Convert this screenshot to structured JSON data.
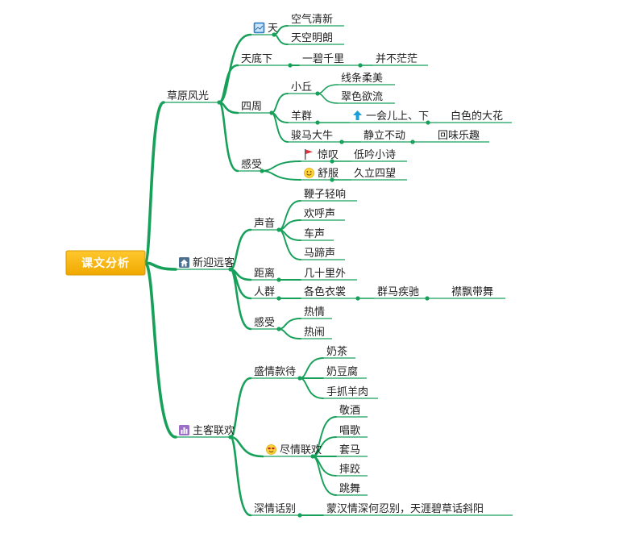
{
  "root": {
    "label": "课文分析"
  },
  "branches": [
    {
      "label": "草原风光",
      "children": [
        {
          "label": "天",
          "icon": "blue-sky-icon",
          "children": [
            {
              "label": "空气清新"
            },
            {
              "label": "天空明朗"
            }
          ]
        },
        {
          "label": "天底下",
          "children": [
            {
              "label": "一碧千里",
              "children": [
                {
                  "label": "并不茫茫"
                }
              ]
            }
          ]
        },
        {
          "label": "四周",
          "children": [
            {
              "label": "小丘",
              "children": [
                {
                  "label": "线条柔美"
                },
                {
                  "label": "翠色欲流"
                }
              ]
            },
            {
              "label": "羊群",
              "children": [
                {
                  "label": "一会儿上、下",
                  "icon": "up-arrow-icon",
                  "children": [
                    {
                      "label": "白色的大花"
                    }
                  ]
                }
              ]
            },
            {
              "label": "骏马大牛",
              "children": [
                {
                  "label": "静立不动",
                  "children": [
                    {
                      "label": "回味乐趣"
                    }
                  ]
                }
              ]
            }
          ]
        },
        {
          "label": "感受",
          "children": [
            {
              "label": "惊叹",
              "icon": "red-flag-icon",
              "children": [
                {
                  "label": "低吟小诗"
                }
              ]
            },
            {
              "label": "舒服",
              "icon": "smiley-icon",
              "children": [
                {
                  "label": "久立四望"
                }
              ]
            }
          ]
        }
      ]
    },
    {
      "label": "新迎远客",
      "icon": "house-icon",
      "children": [
        {
          "label": "声音",
          "children": [
            {
              "label": "鞭子轻响"
            },
            {
              "label": "欢呼声"
            },
            {
              "label": "车声"
            },
            {
              "label": "马蹄声"
            }
          ]
        },
        {
          "label": "距离",
          "children": [
            {
              "label": "几十里外"
            }
          ]
        },
        {
          "label": "人群",
          "children": [
            {
              "label": "各色衣裳",
              "children": [
                {
                  "label": "群马疾驰",
                  "children": [
                    {
                      "label": "襟飘带舞"
                    }
                  ]
                }
              ]
            }
          ]
        },
        {
          "label": "感受",
          "children": [
            {
              "label": "热情"
            },
            {
              "label": "热闹"
            }
          ]
        }
      ]
    },
    {
      "label": "主客联欢",
      "icon": "bar-chart-icon",
      "children": [
        {
          "label": "盛情款待",
          "children": [
            {
              "label": "奶茶"
            },
            {
              "label": "奶豆腐"
            },
            {
              "label": "手抓羊肉"
            }
          ]
        },
        {
          "label": "尽情联欢",
          "icon": "cool-face-icon",
          "children": [
            {
              "label": "敬酒"
            },
            {
              "label": "唱歌"
            },
            {
              "label": "套马"
            },
            {
              "label": "摔跤"
            },
            {
              "label": "跳舞"
            }
          ]
        },
        {
          "label": "深情话别",
          "children": [
            {
              "label": "蒙汉情深何忍别，天涯碧草话斜阳"
            }
          ]
        }
      ]
    }
  ],
  "colors": {
    "edge": "#17a05a",
    "root_fill": "#f5b400",
    "root_border": "#d99a00"
  }
}
